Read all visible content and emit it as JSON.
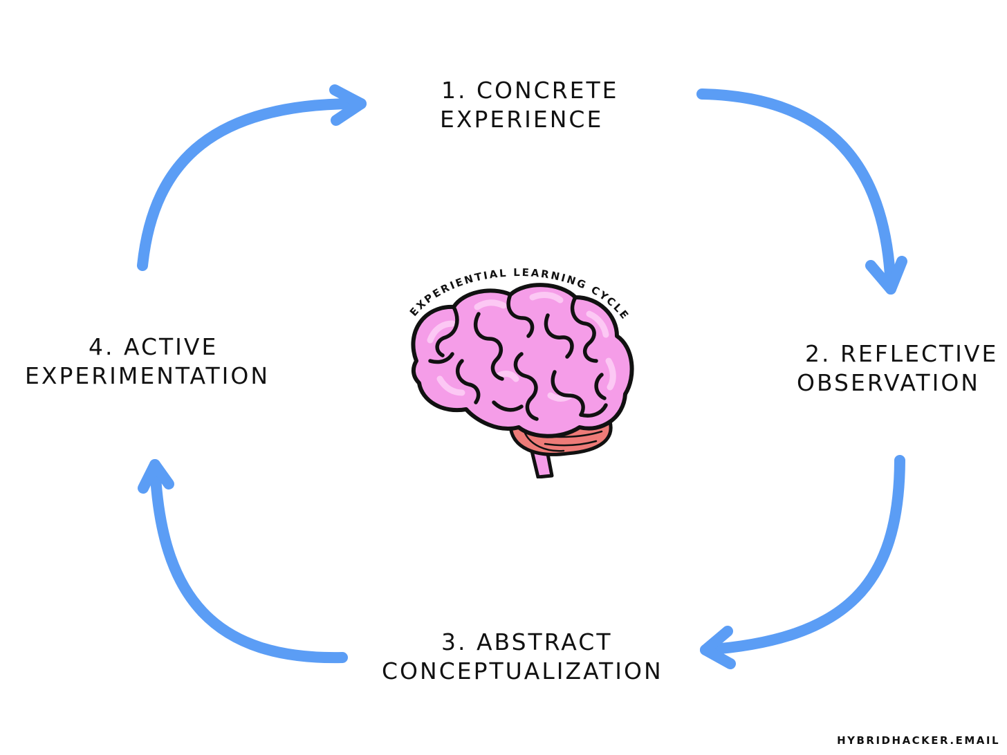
{
  "stages": [
    {
      "line1": "1. Concrete",
      "line2": "Experience"
    },
    {
      "line1": "2. Reflective",
      "line2": "Observation"
    },
    {
      "line1": "3. Abstract",
      "line2": "Conceptualization"
    },
    {
      "line1": "4. Active",
      "line2": "Experimentation"
    }
  ],
  "center": {
    "arc_label": "EXPERIENTIAL LEARNING CYCLE",
    "icon": "brain-icon"
  },
  "credit": "HYBRIDHACKER.EMAIL",
  "colors": {
    "arrow": "#5b9df5",
    "brain": "#f59de8",
    "brain_highlight": "#fcc8f4",
    "cerebellum": "#ee7b78",
    "text": "#111111"
  }
}
